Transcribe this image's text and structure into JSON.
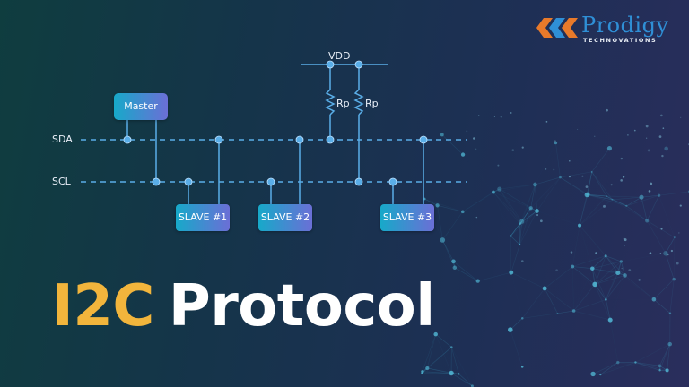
{
  "brand": {
    "name": "Prodigy",
    "tagline": "TECHNOVATIONS"
  },
  "title": {
    "accent": "I2C",
    "main": "Protocol"
  },
  "diagram": {
    "vdd_label": "VDD",
    "sda_label": "SDA",
    "scl_label": "SCL",
    "resistor_labels": [
      "Rp",
      "Rp"
    ],
    "master_label": "Master",
    "slaves": [
      "SLAVE #1",
      "SLAVE #2",
      "SLAVE #3"
    ]
  },
  "colors": {
    "accent": "#f2b53c",
    "bus_line": "#5aaee8",
    "chip_start": "#17a9c9",
    "chip_end": "#6b6fd6",
    "brand_blue": "#2f8fd6",
    "brand_orange": "#e87a2a"
  },
  "icons": {
    "logo": "prodigy-chain-link-icon"
  }
}
